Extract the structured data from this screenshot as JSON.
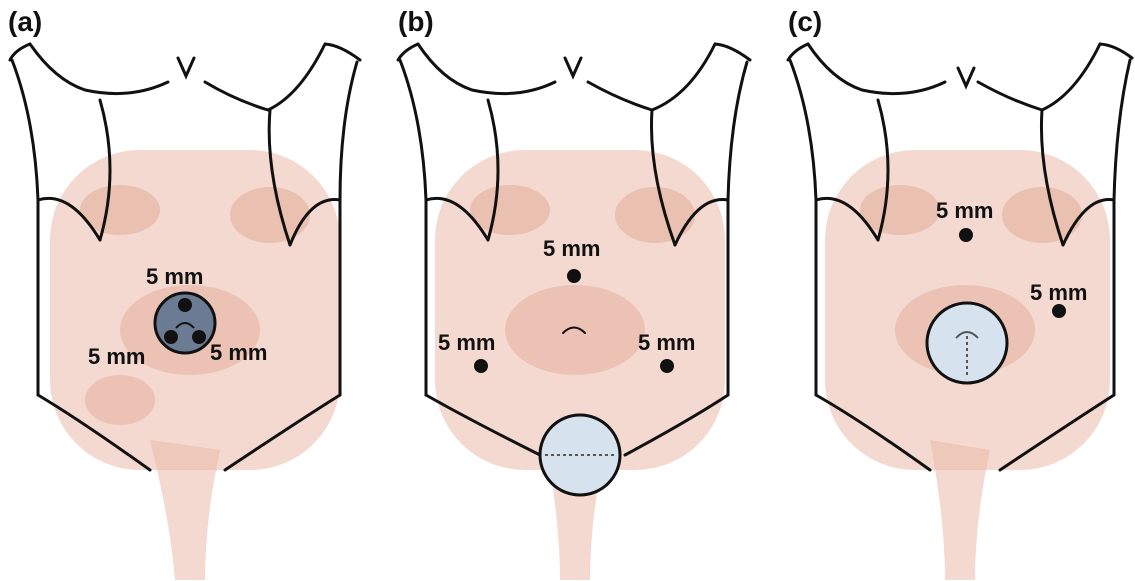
{
  "panels": [
    {
      "label": "(a)",
      "ports": [
        "5 mm",
        "5 mm",
        "5 mm"
      ]
    },
    {
      "label": "(b)",
      "ports": [
        "5 mm",
        "5 mm",
        "5 mm"
      ]
    },
    {
      "label": "(c)",
      "ports": [
        "5 mm",
        "5 mm"
      ]
    }
  ],
  "colors": {
    "outline": "#111111",
    "intestine": "#e9b9a8",
    "multiport": "#6b7b93",
    "incision_disc": "#d6e2ee"
  }
}
